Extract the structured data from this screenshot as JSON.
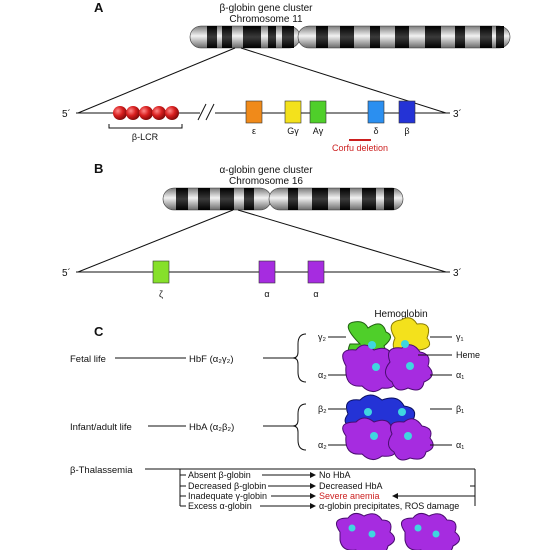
{
  "panel_a": {
    "letter": "A",
    "cluster_title": "β-globin gene cluster",
    "chromosome": "Chromosome 11",
    "end_5": "5´",
    "end_3": "3´",
    "lcr_label": "β-LCR",
    "genes": [
      {
        "label": "ε",
        "color": "#f08a1a"
      },
      {
        "label": "Gγ",
        "color": "#f3e11c"
      },
      {
        "label": "Aγ",
        "color": "#4fcf2a"
      },
      {
        "label": "δ",
        "color": "#2b8ff0"
      },
      {
        "label": "β",
        "color": "#2433d6"
      }
    ],
    "deletion_label": "Corfu deletion"
  },
  "panel_b": {
    "letter": "B",
    "cluster_title": "α-globin gene cluster",
    "chromosome": "Chromosome 16",
    "end_5": "5´",
    "end_3": "3´",
    "genes": [
      {
        "label": "ζ",
        "color": "#86e02a"
      },
      {
        "label": "α",
        "color": "#a62ce0"
      },
      {
        "label": "α",
        "color": "#a62ce0"
      }
    ]
  },
  "panel_c": {
    "letter": "C",
    "hemoglobin_label": "Hemoglobin",
    "fetal_life": "Fetal life",
    "hbf": "HbF (α₂γ₂)",
    "fetal_chains": {
      "top_left": "γ₂",
      "top_right": "γ₁",
      "heme": "Heme",
      "bottom_left": "α₂",
      "bottom_right": "α₁"
    },
    "adult_life": "Infant/adult life",
    "hba": "HbA (α₂β₂)",
    "adult_chains": {
      "top_left": "β₂",
      "top_right": "β₁",
      "bottom_left": "α₂",
      "bottom_right": "α₁"
    },
    "thalassemia": "β-Thalassemia",
    "causes": [
      "Absent β-globin",
      "Decreased β-globin",
      "Inadequate γ-globin",
      "Excess α-globin"
    ],
    "effects": [
      "No HbA",
      "Decreased HbA",
      "Severe anemia",
      "α-globin precipitates, ROS damage"
    ]
  },
  "colors": {
    "lcr_red": "#d81e1e",
    "deletion_red": "#cc1f1f",
    "alpha_purple": "#a62ce0",
    "beta_blue": "#2433d6",
    "gamma_green": "#4fcf2a",
    "gamma_yellow": "#f3e11c",
    "heme_cyan": "#3fd6e0"
  }
}
